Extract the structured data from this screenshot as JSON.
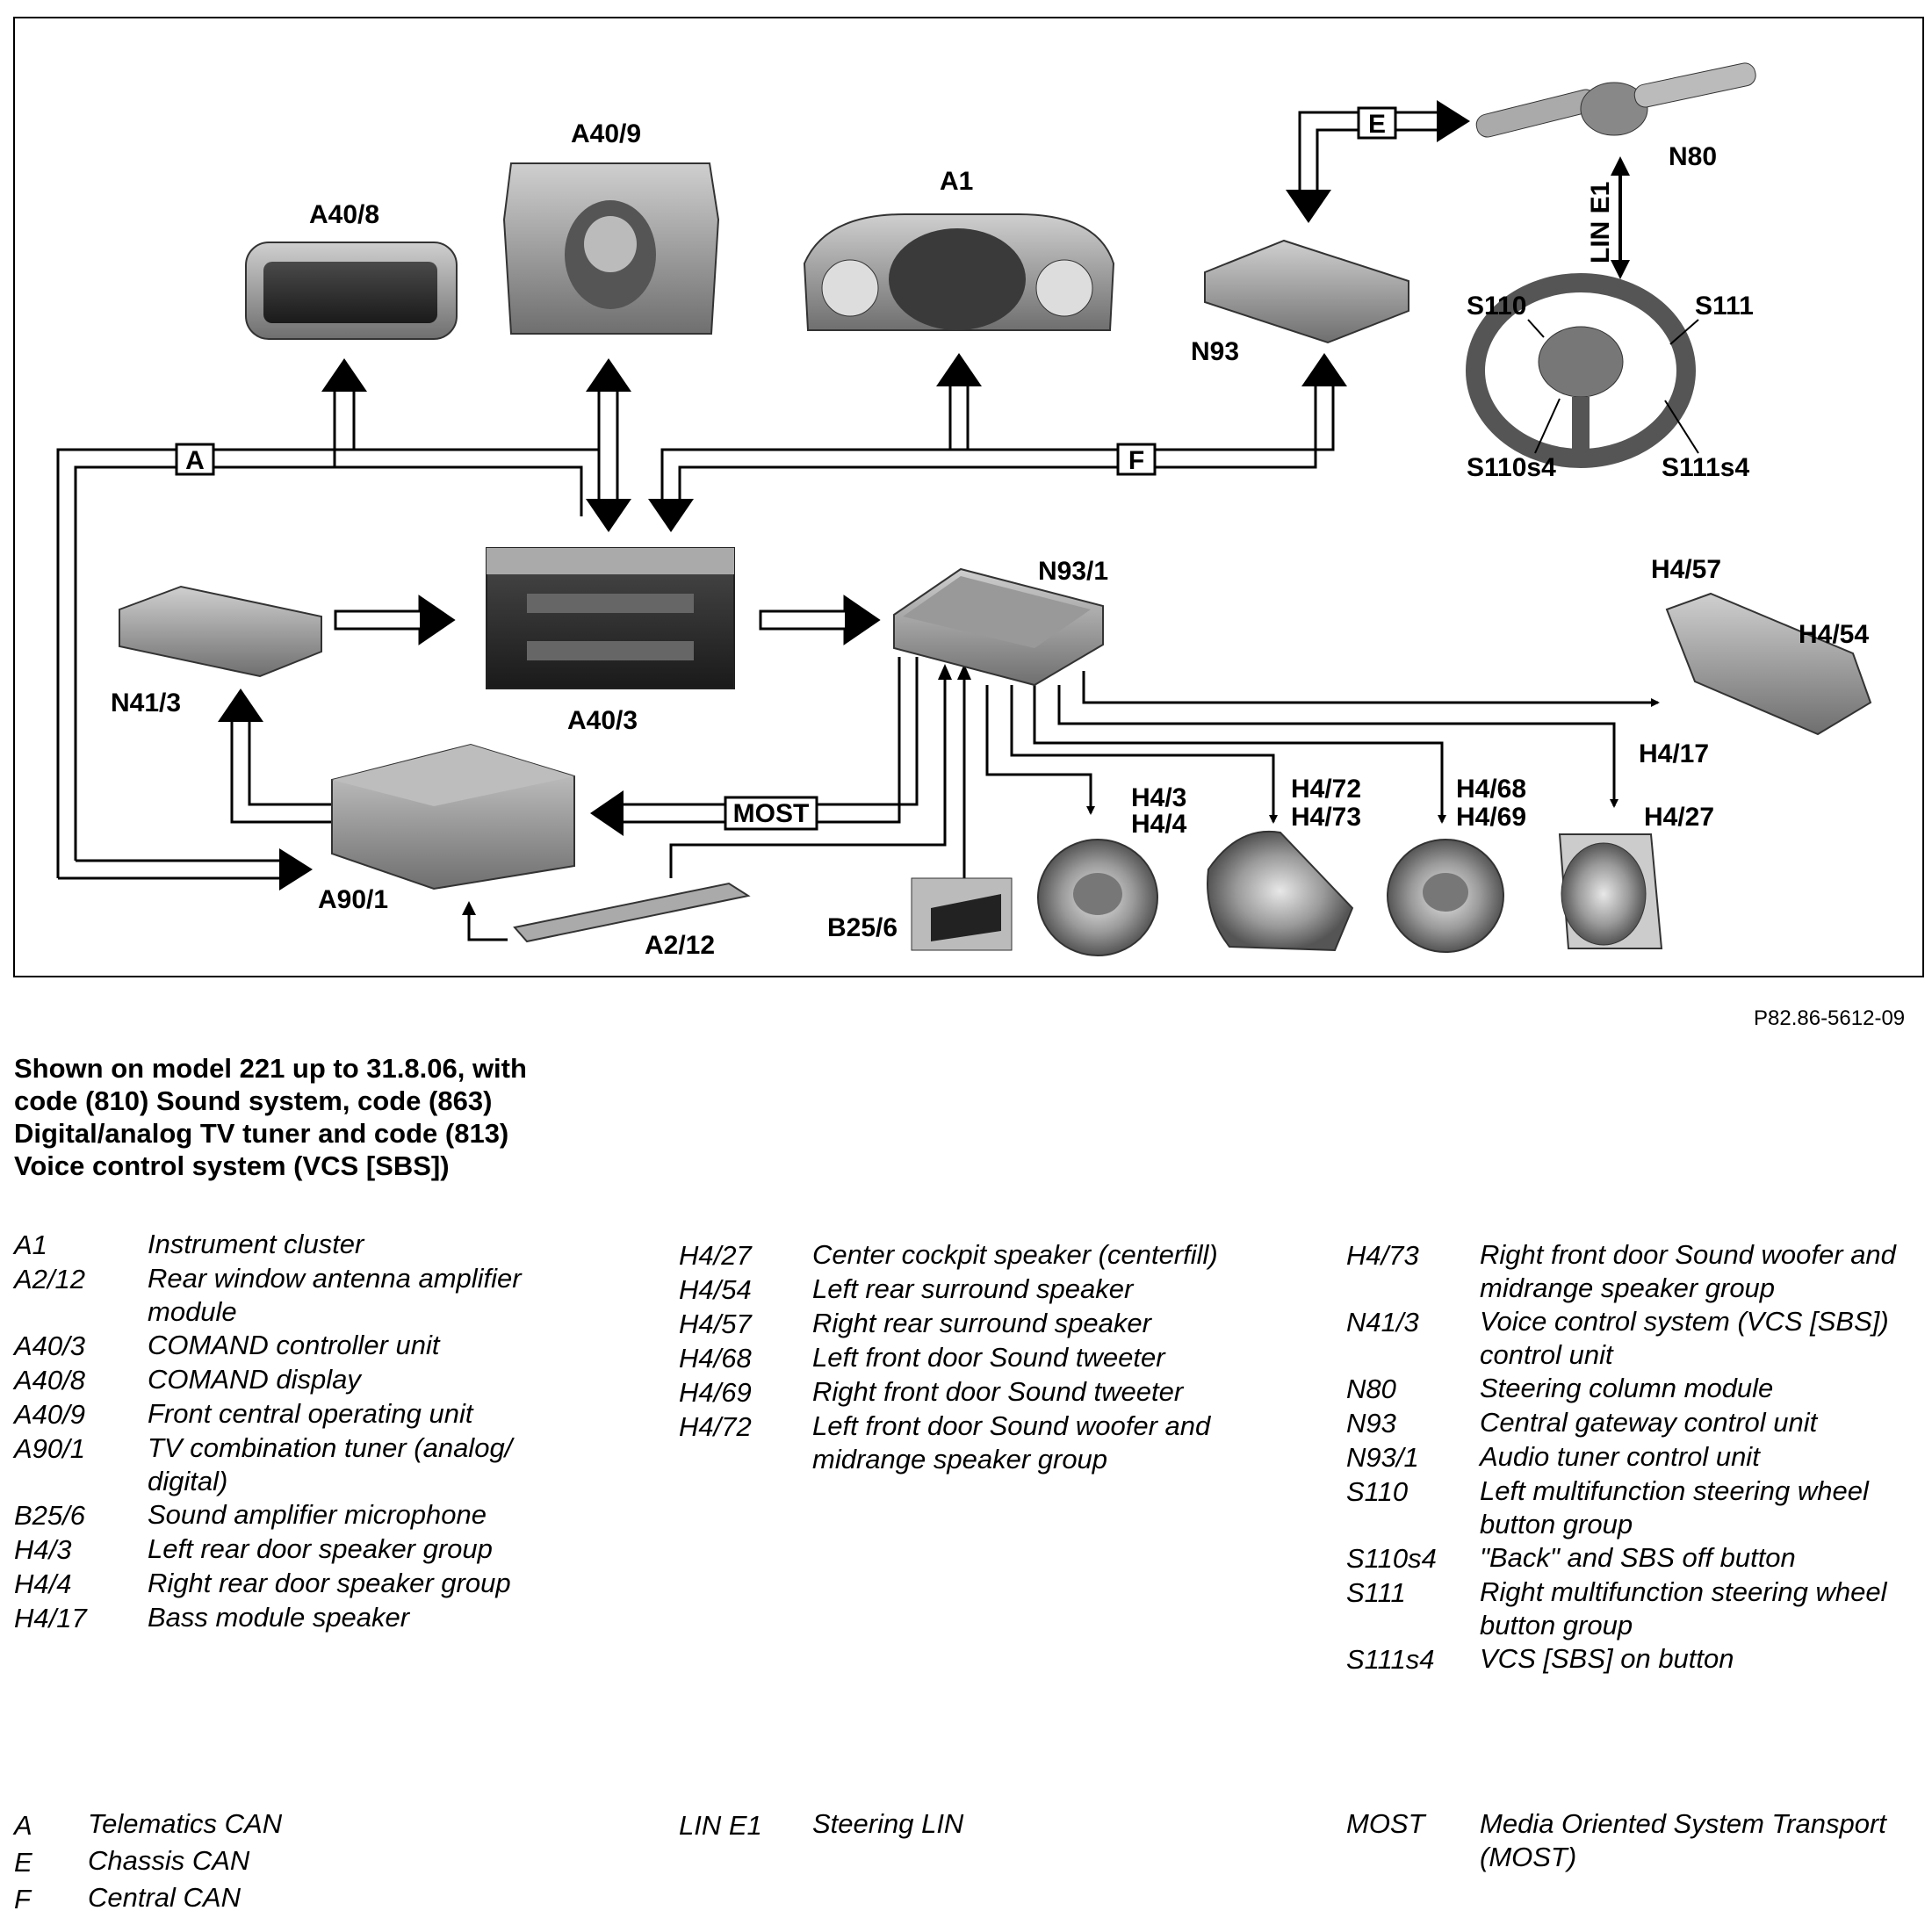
{
  "diagram": {
    "components": {
      "A40/8": "A40/8",
      "A40/9": "A40/9",
      "A1": "A1",
      "N93": "N93",
      "N80": "N80",
      "S110": "S110",
      "S111": "S111",
      "S110s4": "S110s4",
      "S111s4": "S111s4",
      "N41/3": "N41/3",
      "A40/3": "A40/3",
      "N93/1": "N93/1",
      "A90/1": "A90/1",
      "A2/12": "A2/12",
      "B25/6": "B25/6",
      "H4/3": "H4/3",
      "H4/4": "H4/4",
      "H4/72": "H4/72",
      "H4/73": "H4/73",
      "H4/68": "H4/68",
      "H4/69": "H4/69",
      "H4/27": "H4/27",
      "H4/57": "H4/57",
      "H4/54": "H4/54",
      "H4/17": "H4/17"
    },
    "buses": {
      "A": "A",
      "E": "E",
      "F": "F",
      "LIN": "LIN E1",
      "MOST": "MOST"
    }
  },
  "reference_code": "P82.86-5612-09",
  "note_lines": [
    "Shown on model 221 up to 31.8.06, with",
    "code (810) Sound system, code (863)",
    "Digital/analog TV tuner and code (813)",
    "Voice control system (VCS [SBS])"
  ],
  "legend": {
    "col1": [
      {
        "code": "A1",
        "desc": "Instrument cluster"
      },
      {
        "code": "A2/12",
        "desc": "Rear window antenna amplifier module"
      },
      {
        "code": "A40/3",
        "desc": "COMAND controller unit"
      },
      {
        "code": "A40/8",
        "desc": "COMAND display"
      },
      {
        "code": "A40/9",
        "desc": "Front central operating unit"
      },
      {
        "code": "A90/1",
        "desc": "TV combination tuner (analog/ digital)"
      },
      {
        "code": "B25/6",
        "desc": "Sound amplifier microphone"
      },
      {
        "code": "H4/3",
        "desc": "Left rear door speaker group"
      },
      {
        "code": "H4/4",
        "desc": "Right rear door speaker group"
      },
      {
        "code": "H4/17",
        "desc": "Bass module speaker"
      }
    ],
    "col2": [
      {
        "code": "H4/27",
        "desc": "Center cockpit speaker (centerfill)"
      },
      {
        "code": "H4/54",
        "desc": "Left rear surround speaker"
      },
      {
        "code": "H4/57",
        "desc": "Right rear surround speaker"
      },
      {
        "code": "H4/68",
        "desc": "Left front door Sound tweeter"
      },
      {
        "code": "H4/69",
        "desc": "Right front door Sound tweeter"
      },
      {
        "code": "H4/72",
        "desc": "Left front door Sound woofer and midrange speaker group"
      }
    ],
    "col3": [
      {
        "code": "H4/73",
        "desc": "Right front door Sound woofer and midrange speaker group"
      },
      {
        "code": "N41/3",
        "desc": "Voice control system (VCS [SBS]) control unit"
      },
      {
        "code": "N80",
        "desc": "Steering column module"
      },
      {
        "code": "N93",
        "desc": "Central gateway control unit"
      },
      {
        "code": "N93/1",
        "desc": "Audio tuner control unit"
      },
      {
        "code": "S110",
        "desc": "Left multifunction steering wheel button group"
      },
      {
        "code": "S110s4",
        "desc": "\"Back\" and SBS off button"
      },
      {
        "code": "S111",
        "desc": "Right multifunction steering wheel button group"
      },
      {
        "code": "S111s4",
        "desc": "VCS [SBS] on button"
      }
    ]
  },
  "bus_legend": {
    "col1": [
      {
        "code": "A",
        "desc": "Telematics CAN"
      },
      {
        "code": "E",
        "desc": "Chassis CAN"
      },
      {
        "code": "F",
        "desc": "Central CAN"
      }
    ],
    "col2": [
      {
        "code": "LIN E1",
        "desc": "Steering LIN"
      }
    ],
    "col3": [
      {
        "code": "MOST",
        "desc": "Media Oriented System Transport (MOST)"
      }
    ]
  }
}
